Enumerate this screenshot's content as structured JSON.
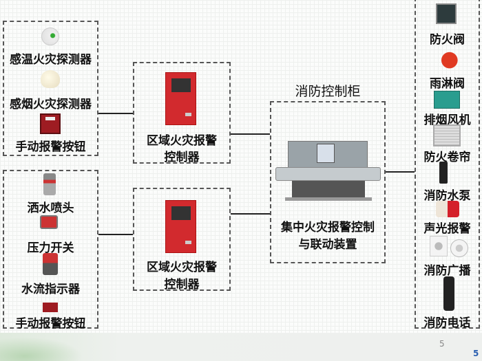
{
  "group_a": {
    "items": [
      "感温火灾探测器",
      "感烟火灾探测器",
      "手动报警按钮"
    ]
  },
  "group_b": {
    "items": [
      "洒水喷头",
      "压力开关",
      "水流指示器",
      "手动报警按钮"
    ]
  },
  "controller_1": {
    "label_line1": "区域火灾报警",
    "label_line2": "控制器"
  },
  "controller_2": {
    "label_line1": "区域火灾报警",
    "label_line2": "控制器"
  },
  "center": {
    "title": "消防控制柜",
    "label_line1": "集中火灾报警控制",
    "label_line2": "与联动装置"
  },
  "outputs": {
    "items": [
      "防火阀",
      "雨淋阀",
      "排烟风机",
      "防火卷帘",
      "消防水泵",
      "声光报警",
      "消防广播",
      "消防电话"
    ]
  },
  "footer": {
    "page_number": "5",
    "slide_number": "5"
  },
  "colors": {
    "accent_red": "#c8252b",
    "page_blue": "#2a5fb0"
  }
}
